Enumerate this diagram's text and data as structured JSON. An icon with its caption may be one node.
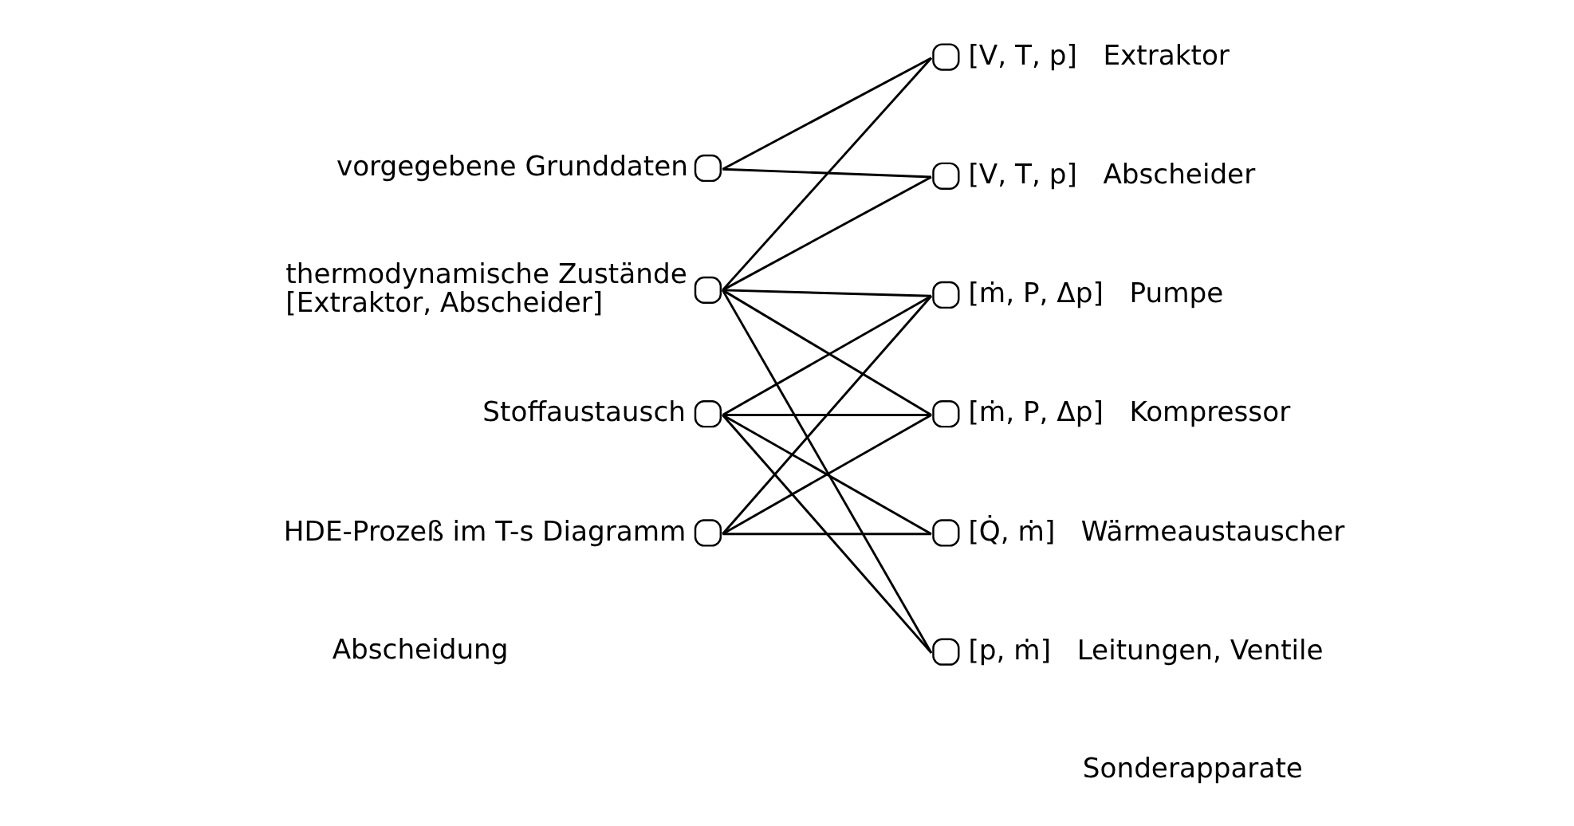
{
  "diagram": {
    "nodes": [
      {
        "text": [],
        "shape": "circle",
        "beside": [
          "vorgegebene Grunddaten"
        ]
      },
      {
        "text": [],
        "shape": "circle",
        "beside": [
          "thermodynamische Zustände [Extraktor, Abscheider]"
        ]
      },
      {
        "text": [],
        "shape": "circle",
        "beside": [
          "Stoffaustausch"
        ]
      },
      {
        "text": [],
        "shape": "circle",
        "beside": [
          "HDE-Prozeß im T-s Diagramm"
        ]
      },
      {
        "text": [],
        "shape": "circle",
        "beside": [
          "[V, T, p]",
          "Extraktor"
        ]
      },
      {
        "text": [],
        "shape": "circle",
        "beside": [
          "[V, T, p]",
          "Abscheider"
        ]
      },
      {
        "text": [],
        "shape": "circle",
        "beside": [
          "[ṁ, P, Δp]",
          "Pumpe"
        ]
      },
      {
        "text": [],
        "shape": "circle",
        "beside": [
          "[ṁ, P, Δp]",
          "Kompressor"
        ]
      },
      {
        "text": [],
        "shape": "circle",
        "beside": [
          "[Q̇, ṁ]",
          "Wärmeaustauscher"
        ]
      },
      {
        "text": [],
        "shape": "circle",
        "beside": [
          "[p, ṁ]",
          "Leitungen, Ventile"
        ]
      }
    ],
    "edges": [
      {
        "from": 0,
        "to": 4,
        "arrow": "none"
      },
      {
        "from": 0,
        "to": 5,
        "arrow": "none"
      },
      {
        "from": 1,
        "to": 4,
        "arrow": "none"
      },
      {
        "from": 1,
        "to": 5,
        "arrow": "none"
      },
      {
        "from": 1,
        "to": 6,
        "arrow": "none"
      },
      {
        "from": 1,
        "to": 7,
        "arrow": "none"
      },
      {
        "from": 1,
        "to": 9,
        "arrow": "none"
      },
      {
        "from": 2,
        "to": 6,
        "arrow": "none"
      },
      {
        "from": 2,
        "to": 7,
        "arrow": "none"
      },
      {
        "from": 2,
        "to": 8,
        "arrow": "none"
      },
      {
        "from": 2,
        "to": 9,
        "arrow": "none"
      },
      {
        "from": 3,
        "to": 6,
        "arrow": "none"
      },
      {
        "from": 3,
        "to": 7,
        "arrow": "none"
      },
      {
        "from": 3,
        "to": 8,
        "arrow": "none"
      }
    ],
    "labels": [
      "Abscheidung",
      "Sonderapparate"
    ]
  }
}
